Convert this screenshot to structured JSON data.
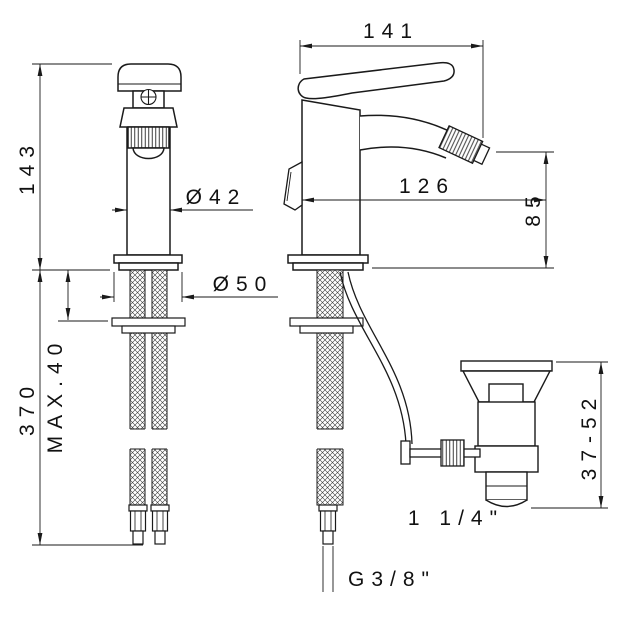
{
  "drawing": {
    "type": "technical-dimension-drawing",
    "subject": "bidet-mixer-faucet-with-popup-waste",
    "background_color": "#ffffff",
    "line_color": "#1a1a1a",
    "dimensions": {
      "height": "143",
      "hose_length": "370",
      "max_deck": "MAX.40",
      "body_dia": "Ø42",
      "base_dia": "Ø50",
      "overall_depth": "141",
      "spout_depth": "126",
      "spout_height": "85",
      "drain_range": "37-52",
      "drain_thread": "1 1/4\"",
      "hose_thread": "G3/8\""
    }
  }
}
